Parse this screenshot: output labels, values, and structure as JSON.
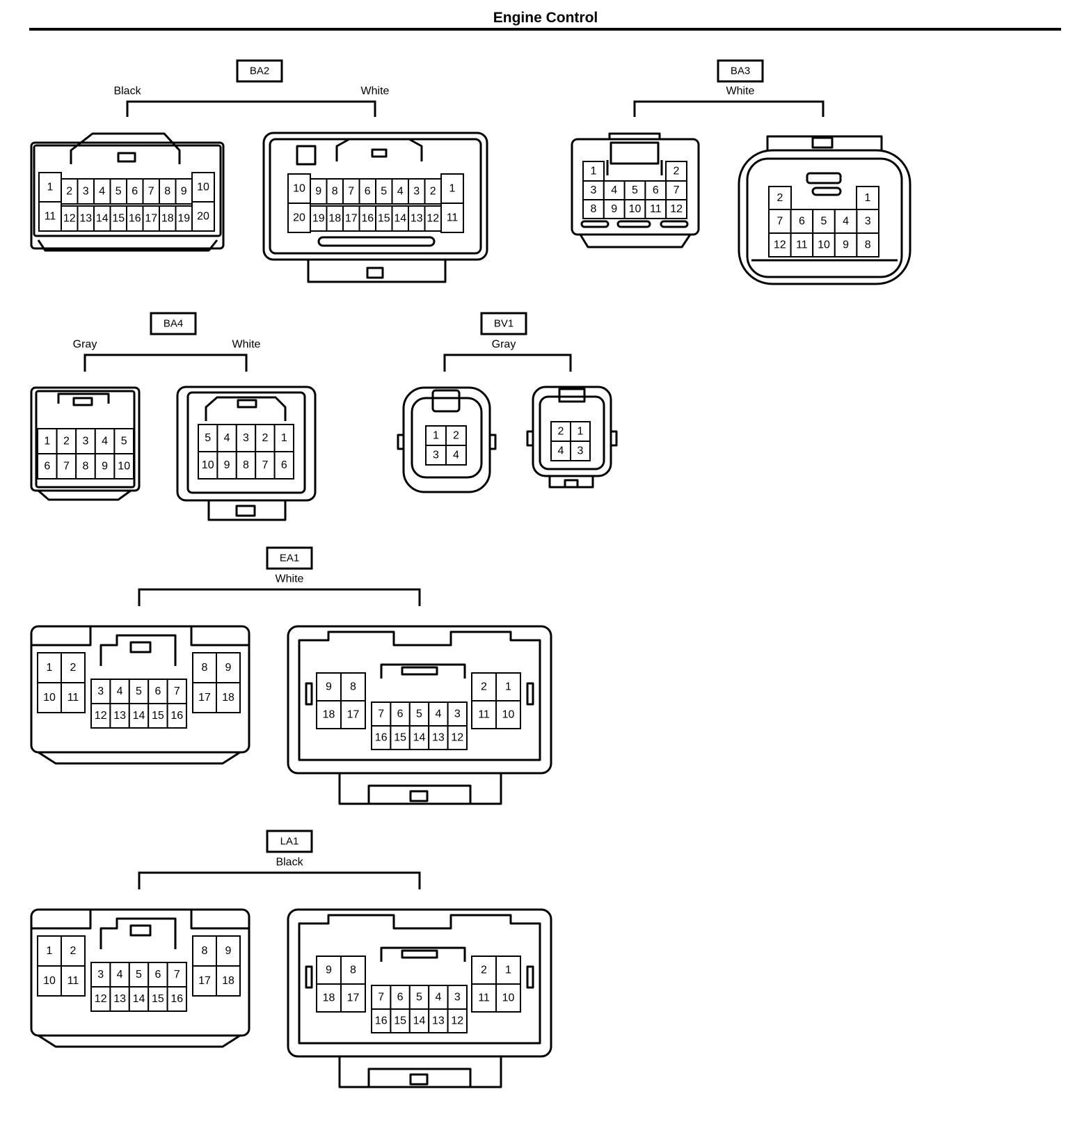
{
  "page": {
    "title": "Engine Control"
  },
  "groups": [
    {
      "code": "BA2",
      "connectors": [
        {
          "color": "Black",
          "rows": [
            [
              "1",
              "2",
              "3",
              "4",
              "5",
              "6",
              "7",
              "8",
              "9",
              "10"
            ],
            [
              "11",
              "12",
              "13",
              "14",
              "15",
              "16",
              "17",
              "18",
              "19",
              "20"
            ]
          ]
        },
        {
          "color": "White",
          "rows": [
            [
              "10",
              "9",
              "8",
              "7",
              "6",
              "5",
              "4",
              "3",
              "2",
              "1"
            ],
            [
              "20",
              "19",
              "18",
              "17",
              "16",
              "15",
              "14",
              "13",
              "12",
              "11"
            ]
          ]
        }
      ]
    },
    {
      "code": "BA3",
      "color": "White",
      "connectors": [
        {
          "rows": [
            [
              "1",
              "2"
            ],
            [
              "3",
              "4",
              "5",
              "6",
              "7"
            ],
            [
              "8",
              "9",
              "10",
              "11",
              "12"
            ]
          ]
        },
        {
          "rows": [
            [
              "2",
              "1"
            ],
            [
              "7",
              "6",
              "5",
              "4",
              "3"
            ],
            [
              "12",
              "11",
              "10",
              "9",
              "8"
            ]
          ]
        }
      ]
    },
    {
      "code": "BA4",
      "connectors": [
        {
          "color": "Gray",
          "rows": [
            [
              "1",
              "2",
              "3",
              "4",
              "5"
            ],
            [
              "6",
              "7",
              "8",
              "9",
              "10"
            ]
          ]
        },
        {
          "color": "White",
          "rows": [
            [
              "5",
              "4",
              "3",
              "2",
              "1"
            ],
            [
              "10",
              "9",
              "8",
              "7",
              "6"
            ]
          ]
        }
      ]
    },
    {
      "code": "BV1",
      "color": "Gray",
      "connectors": [
        {
          "rows": [
            [
              "1",
              "2"
            ],
            [
              "3",
              "4"
            ]
          ]
        },
        {
          "rows": [
            [
              "2",
              "1"
            ],
            [
              "4",
              "3"
            ]
          ]
        }
      ]
    },
    {
      "code": "EA1",
      "color": "White",
      "connectors": [
        {
          "rows": [
            [
              "1",
              "2",
              "8",
              "9"
            ],
            [
              "10",
              "11",
              "17",
              "18"
            ],
            [
              "3",
              "4",
              "5",
              "6",
              "7"
            ],
            [
              "12",
              "13",
              "14",
              "15",
              "16"
            ]
          ]
        },
        {
          "rows": [
            [
              "9",
              "8",
              "2",
              "1"
            ],
            [
              "18",
              "17",
              "11",
              "10"
            ],
            [
              "7",
              "6",
              "5",
              "4",
              "3"
            ],
            [
              "16",
              "15",
              "14",
              "13",
              "12"
            ]
          ]
        }
      ]
    },
    {
      "code": "LA1",
      "color": "Black",
      "connectors": [
        {
          "rows": [
            [
              "1",
              "2",
              "8",
              "9"
            ],
            [
              "10",
              "11",
              "17",
              "18"
            ],
            [
              "3",
              "4",
              "5",
              "6",
              "7"
            ],
            [
              "12",
              "13",
              "14",
              "15",
              "16"
            ]
          ]
        },
        {
          "rows": [
            [
              "9",
              "8",
              "2",
              "1"
            ],
            [
              "18",
              "17",
              "11",
              "10"
            ],
            [
              "7",
              "6",
              "5",
              "4",
              "3"
            ],
            [
              "16",
              "15",
              "14",
              "13",
              "12"
            ]
          ]
        }
      ]
    }
  ]
}
